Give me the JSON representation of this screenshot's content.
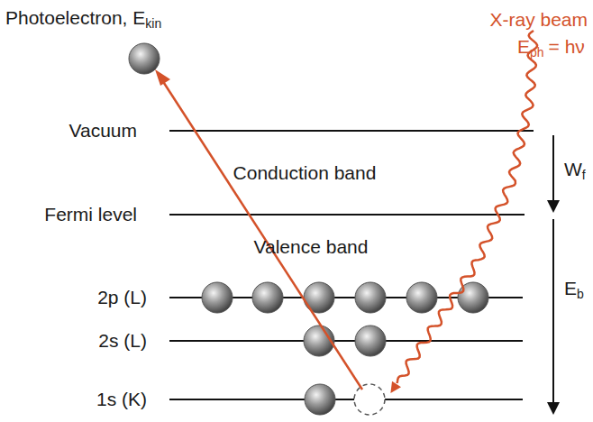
{
  "diagram": {
    "labels": [
      "Photoelectron, E",
      "kin",
      "X-ray beam",
      "E",
      "ph",
      "= hν",
      "Vacuum",
      "Conduction band",
      "W",
      "f",
      "Fermi level",
      "Valence band",
      "2p (L)",
      "2s (L)",
      "1s (K)",
      "E",
      "b"
    ]
  }
}
